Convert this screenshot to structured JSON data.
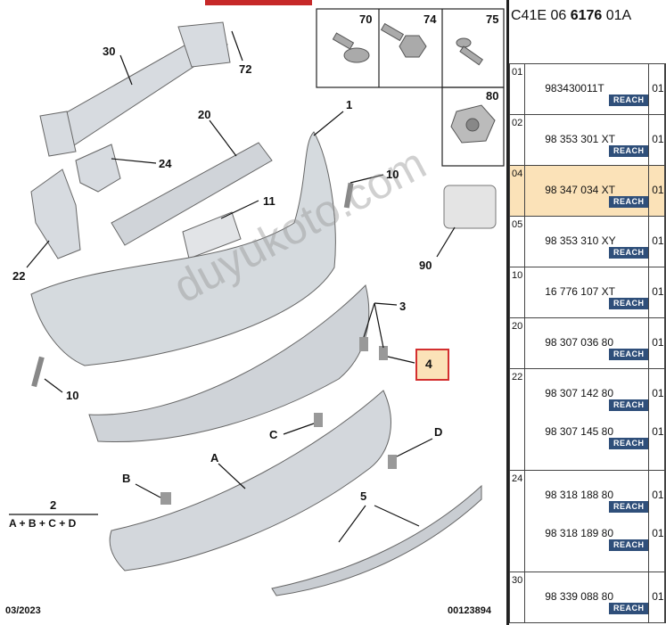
{
  "diagram": {
    "callouts": {
      "c30": "30",
      "c72": "72",
      "c70": "70",
      "c74": "74",
      "c75": "75",
      "c80": "80",
      "c1": "1",
      "c20": "20",
      "c24": "24",
      "c10a": "10",
      "c11": "11",
      "c90": "90",
      "c22": "22",
      "c3": "3",
      "c4": "4",
      "c10b": "10",
      "cC": "C",
      "cD": "D",
      "cA": "A",
      "cB": "B",
      "c5": "5",
      "c2": "2"
    },
    "formula": "A + B + C + D",
    "date": "03/2023",
    "drawing_no": "00123894",
    "watermark": "duyukoto.com",
    "highlight_color": "#d32f2f"
  },
  "panel": {
    "header_ref_prefix": "C41E 06 ",
    "header_ref_bold": "6176",
    "header_ref_suffix": " 01A",
    "reach_label": "REACH",
    "rows": [
      {
        "pos": "01",
        "parts": [
          {
            "pn": "983430011T",
            "qty": "01"
          }
        ],
        "highlight": false
      },
      {
        "pos": "02",
        "parts": [
          {
            "pn": "98 353 301 XT",
            "qty": "01"
          }
        ],
        "highlight": false
      },
      {
        "pos": "04",
        "parts": [
          {
            "pn": "98 347 034 XT",
            "qty": "01"
          }
        ],
        "highlight": true
      },
      {
        "pos": "05",
        "parts": [
          {
            "pn": "98 353 310 XY",
            "qty": "01"
          }
        ],
        "highlight": false
      },
      {
        "pos": "10",
        "parts": [
          {
            "pn": "16 776 107 XT",
            "qty": "01"
          }
        ],
        "highlight": false
      },
      {
        "pos": "20",
        "parts": [
          {
            "pn": "98 307 036 80",
            "qty": "01"
          }
        ],
        "highlight": false
      },
      {
        "pos": "22",
        "parts": [
          {
            "pn": "98 307 142 80",
            "qty": "01"
          },
          {
            "pn": "98 307 145 80",
            "qty": "01"
          }
        ],
        "highlight": false
      },
      {
        "pos": "24",
        "parts": [
          {
            "pn": "98 318 188 80",
            "qty": "01"
          },
          {
            "pn": "98 318 189 80",
            "qty": "01"
          }
        ],
        "highlight": false
      },
      {
        "pos": "30",
        "parts": [
          {
            "pn": "98 339 088 80",
            "qty": "01"
          }
        ],
        "highlight": false
      }
    ]
  }
}
